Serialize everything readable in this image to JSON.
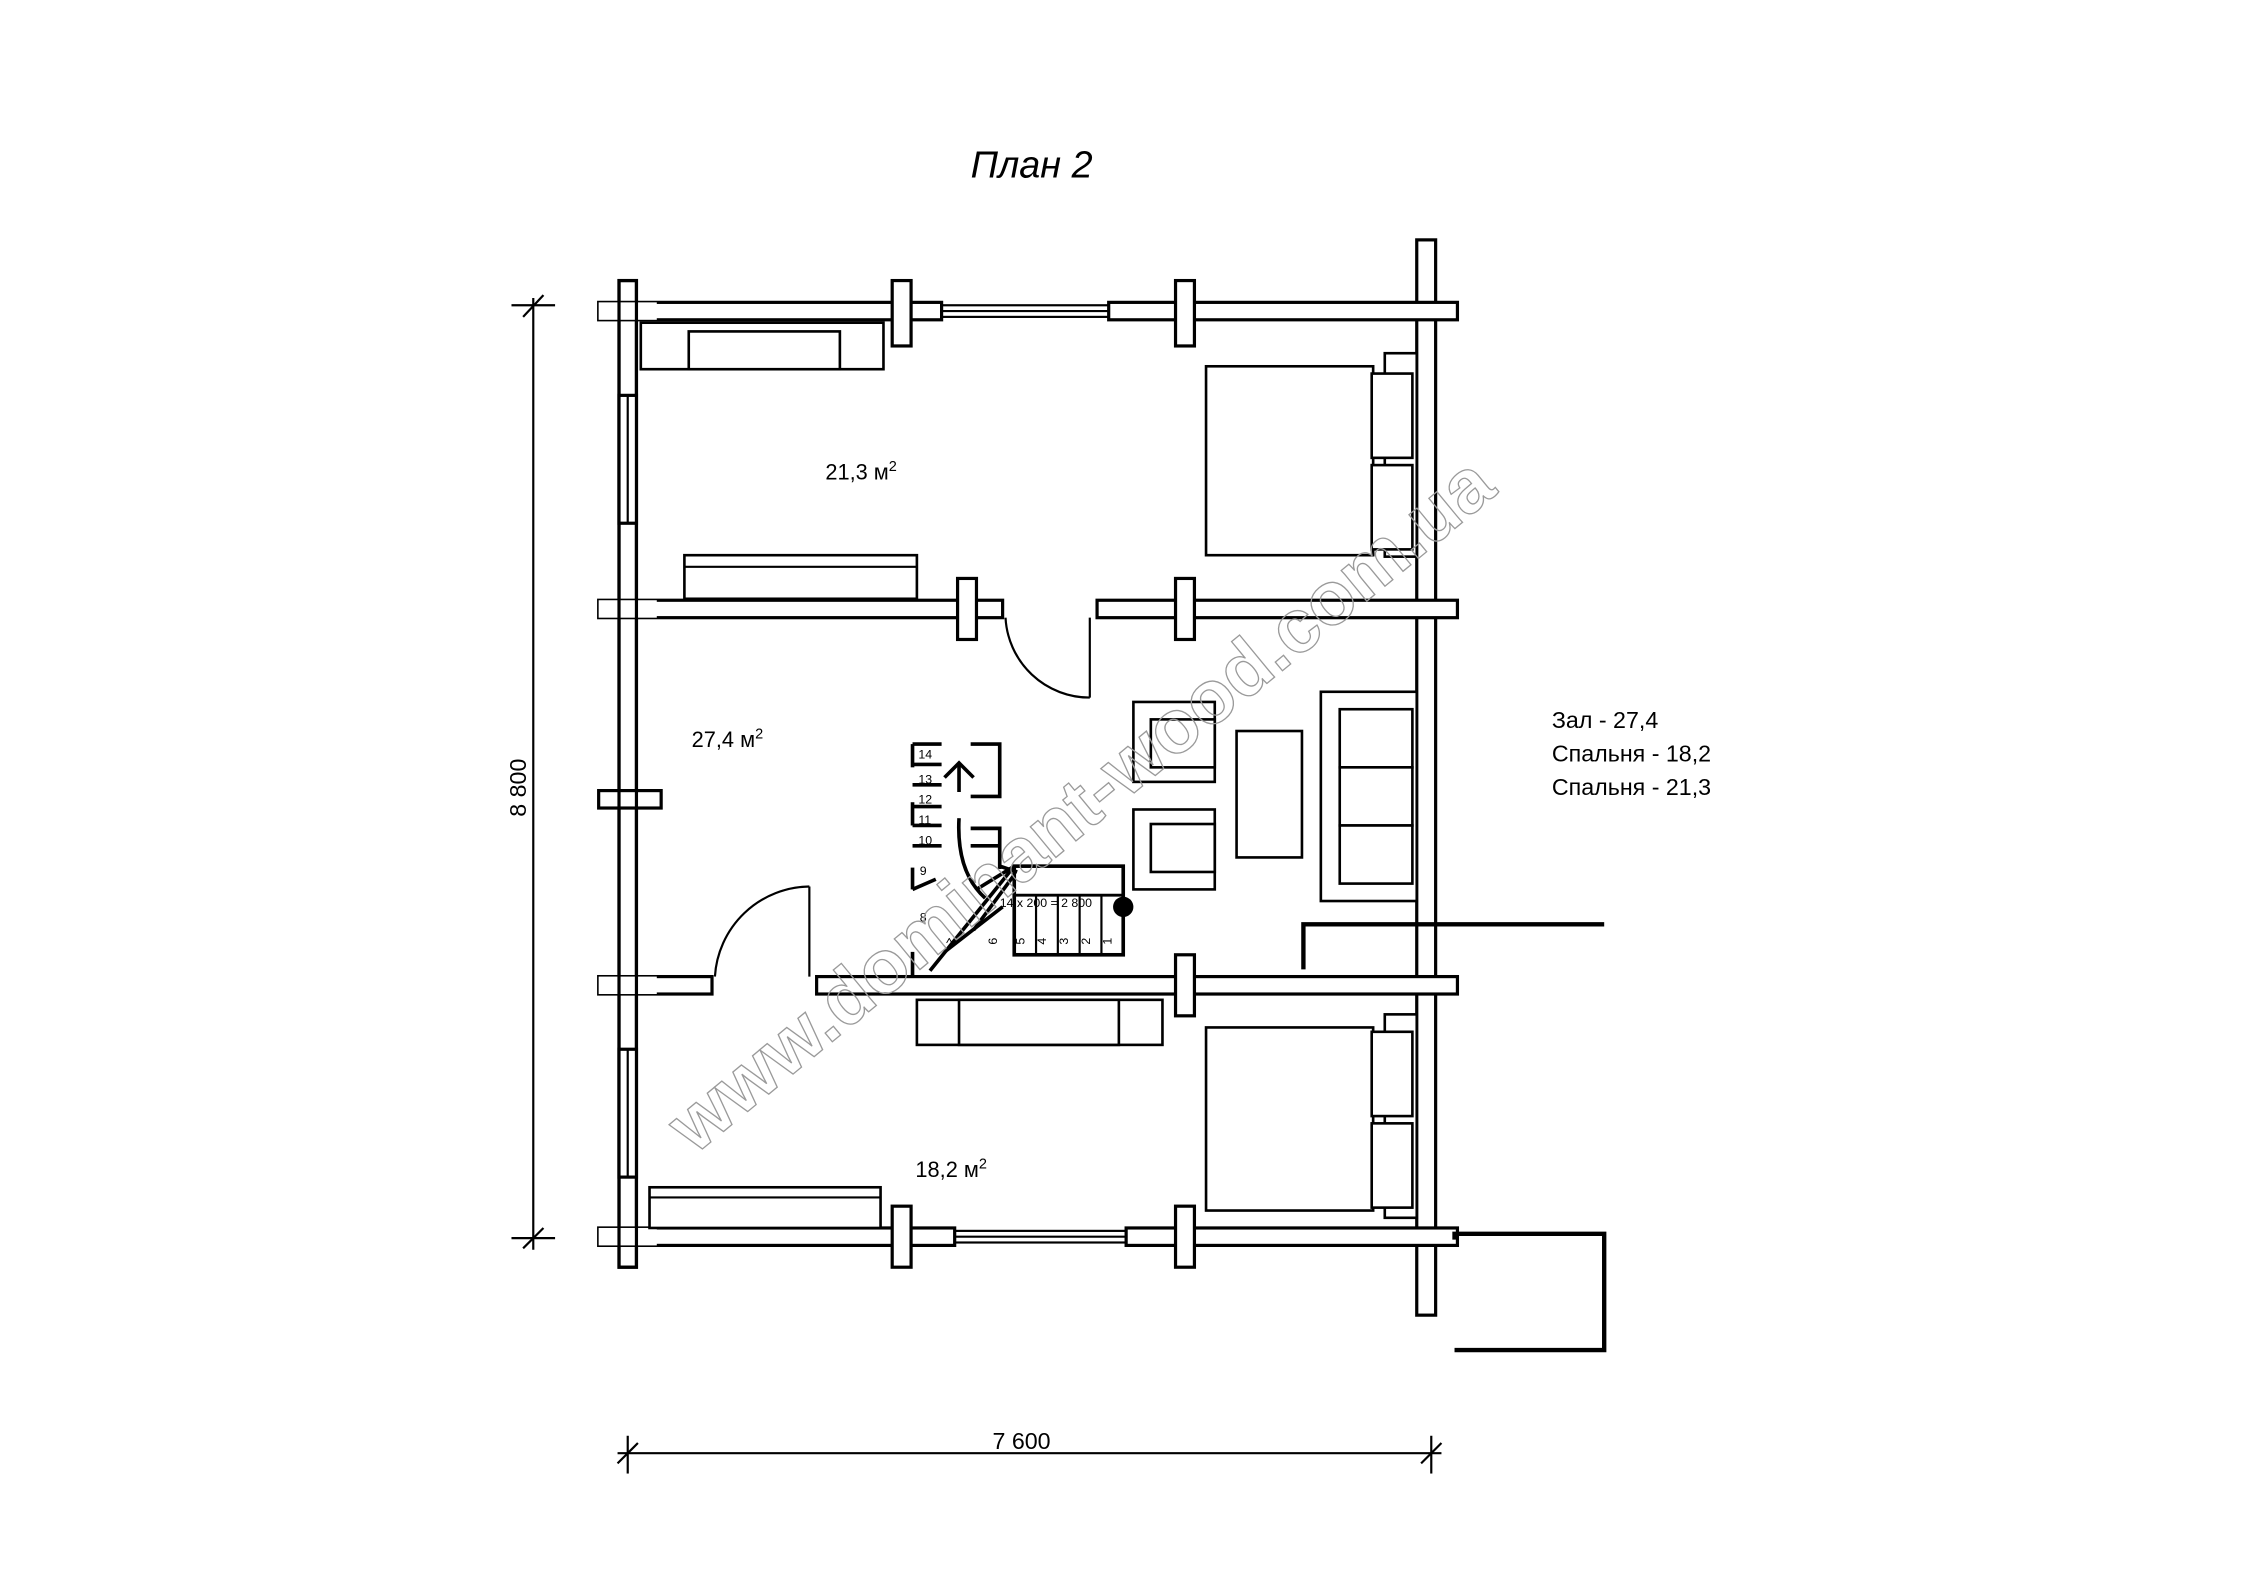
{
  "title": "План 2",
  "dimensions": {
    "height": "8 800",
    "width": "7 600"
  },
  "rooms": [
    {
      "area": "21,3 м",
      "sup": "2"
    },
    {
      "area": "27,4 м",
      "sup": "2"
    },
    {
      "area": "18,2 м",
      "sup": "2"
    }
  ],
  "legend": [
    "Зал - 27,4",
    "Спальня - 18,2",
    "Спальня - 21,3"
  ],
  "stairs": {
    "formula": "14 x 200 = 2 800",
    "steps": [
      "1",
      "2",
      "3",
      "4",
      "5",
      "6",
      "7",
      "8",
      "9",
      "10",
      "11",
      "12",
      "13",
      "14"
    ]
  },
  "watermark": "www.dominant-wood.com.ua"
}
